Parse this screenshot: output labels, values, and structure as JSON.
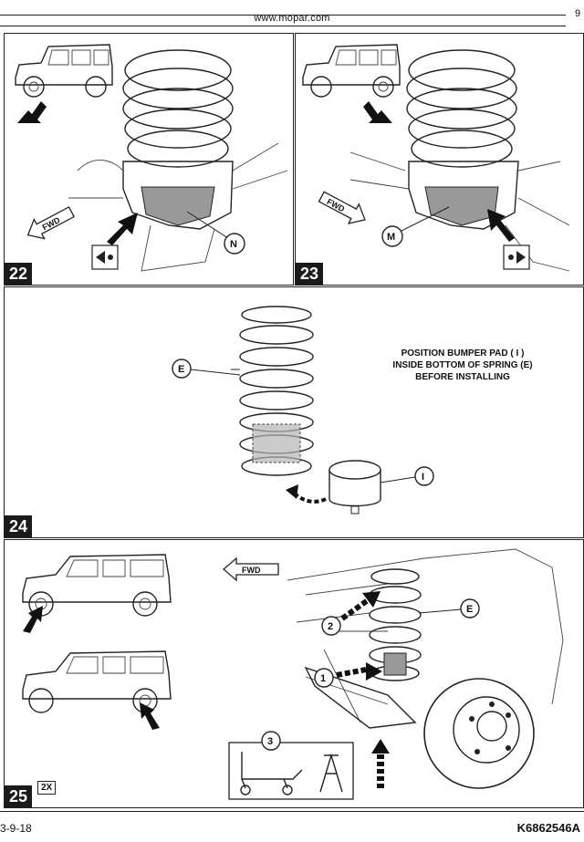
{
  "header": {
    "url": "www.mopar.com",
    "page_number": "9"
  },
  "steps": [
    {
      "number": "22",
      "callout": "N",
      "arrow_label": "FWD"
    },
    {
      "number": "23",
      "callout": "M",
      "arrow_label": "FWD"
    },
    {
      "number": "24",
      "callouts": [
        "E",
        "I"
      ],
      "note_lines": [
        "POSITION BUMPER PAD ( I )",
        "INSIDE BOTTOM OF SPRING (E)",
        "BEFORE INSTALLING"
      ]
    },
    {
      "number": "25",
      "quantity": "2X",
      "arrow_label": "FWD",
      "callouts": [
        "E",
        "1",
        "2",
        "3"
      ]
    }
  ],
  "footer": {
    "date": "3-9-18",
    "doc_number": "K6862546A"
  }
}
